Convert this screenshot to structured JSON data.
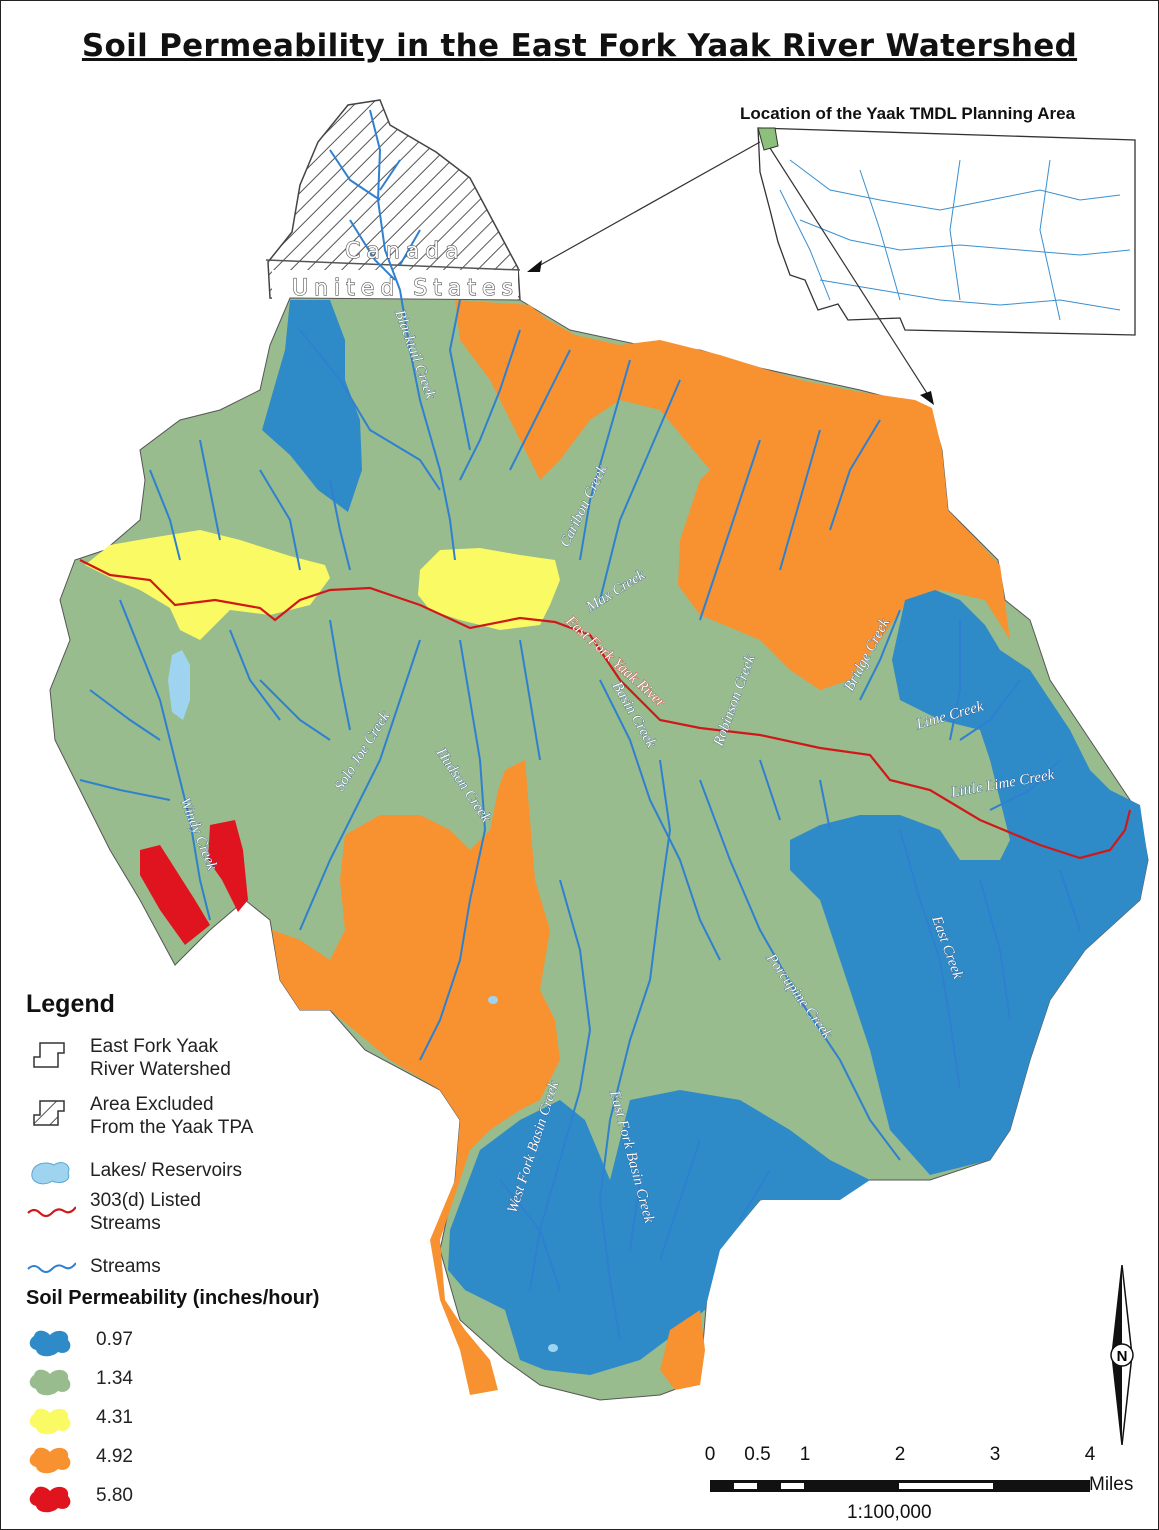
{
  "title": "Soil Permeability in the East Fork Yaak River Watershed",
  "inset": {
    "title": "Location of the Yaak TMDL Planning Area"
  },
  "map_labels": {
    "canada": "Canada",
    "united_states": "United States",
    "streams": {
      "blacktail": "Blacktail Creek",
      "caribou": "Caribou Creek",
      "max": "Max Creek",
      "east_fork_yaak": "East Fork Yaak River",
      "basin": "Basin Creek",
      "robinson": "Robinson Creek",
      "bridge": "Bridge Creek",
      "lime": "Lime Creek",
      "little_lime": "Little Lime Creek",
      "solo_joe": "Solo Joe Creek",
      "hudson": "Hudson Creek",
      "windy": "Windy Creek",
      "east": "East Creek",
      "porcupine": "Porcupine Creek",
      "west_fork_basin": "West Fork Basin Creek",
      "east_fork_basin": "East Fork Basin Creek"
    }
  },
  "legend": {
    "title": "Legend",
    "items": [
      {
        "label": "East Fork Yaak\nRiver Watershed",
        "icon": "outline-polygon-icon"
      },
      {
        "label": "Area Excluded\nFrom the Yaak TPA",
        "icon": "hatched-polygon-icon"
      },
      {
        "label": "Lakes/ Reservoirs",
        "icon": "lake-icon"
      },
      {
        "label": "303(d) Listed\nStreams",
        "icon": "red-stream-icon"
      },
      {
        "label": "Streams",
        "icon": "blue-stream-icon"
      }
    ],
    "permeability_title": "Soil Permeability (inches/hour)",
    "permeability_classes": [
      {
        "label": "0.97",
        "color": "#2e8bc8"
      },
      {
        "label": "1.34",
        "color": "#98bc8e"
      },
      {
        "label": "4.31",
        "color": "#fafa64"
      },
      {
        "label": "4.92",
        "color": "#f89230"
      },
      {
        "label": "5.80",
        "color": "#e0141e"
      }
    ]
  },
  "scale_bar": {
    "ticks": [
      "0",
      "0.5",
      "1",
      "2",
      "3",
      "4"
    ],
    "units": "Miles",
    "ratio": "1:100,000"
  },
  "north_arrow": {
    "label": "N"
  },
  "colors": {
    "stream": "#2f80d0",
    "listed_stream": "#d01818",
    "lake": "#9fd4f0"
  }
}
